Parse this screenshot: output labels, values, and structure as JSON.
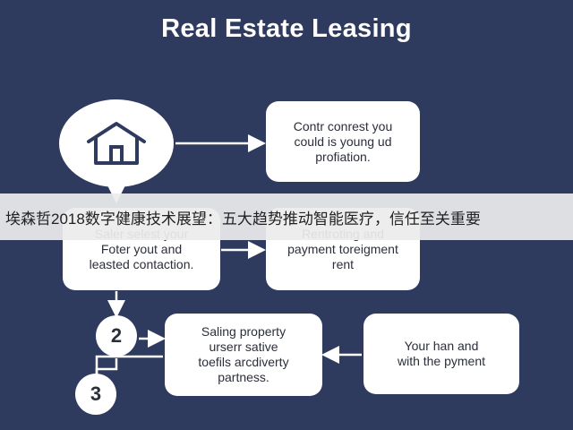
{
  "title": "Real Estate Leasing",
  "boxes": {
    "top_right": "Contr conrest you\ncould is young ud\nprofiation.",
    "mid_left": "Saler selest your\nFoter yout and\nleasted contaction.",
    "mid_right": "Rentroting and\npayment toreigment\nrent",
    "bottom_mid": "Saling property\nurserr sative\ntoefils arcdiverty\npartness.",
    "bottom_right": "Your han and\nwith the pyment"
  },
  "steps": {
    "two": "2",
    "three": "3"
  },
  "banner": "埃森哲2018数字健康技术展望：五大趋势推动智能医疗，信任至关重要",
  "icons": {
    "house": "house-icon"
  },
  "colors": {
    "background": "#2e3b5f",
    "box": "#ffffff",
    "connector": "#ffffff"
  }
}
